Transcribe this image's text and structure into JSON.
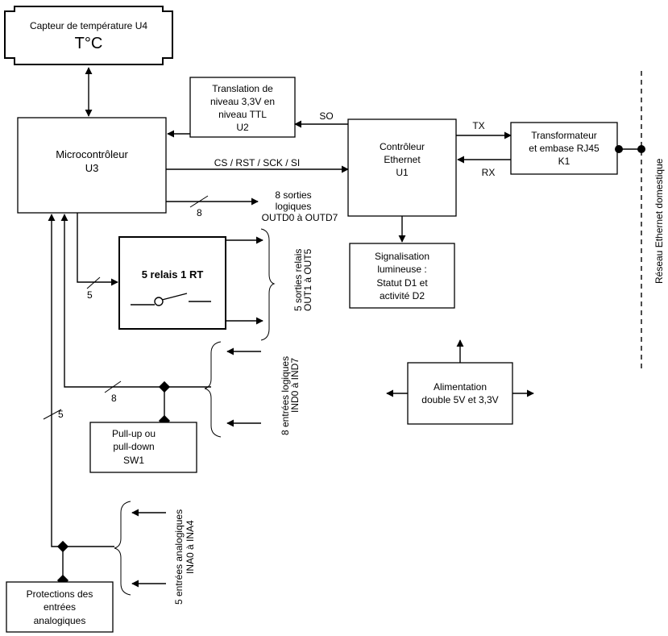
{
  "blocks": {
    "sensor": {
      "line1": "Capteur de température  U4",
      "line2": "T°C"
    },
    "translation": {
      "line1": "Translation de",
      "line2": "niveau 3,3V en",
      "line3": "niveau TTL",
      "line4": "U2"
    },
    "mcu": {
      "line1": "Microcontrôleur",
      "line2": "U3"
    },
    "ethernet": {
      "line1": "Contrôleur",
      "line2": "Ethernet",
      "line3": "U1"
    },
    "transformer": {
      "line1": "Transformateur",
      "line2": "et embase RJ45",
      "line3": "K1"
    },
    "signal": {
      "line1": "Signalisation",
      "line2": "lumineuse :",
      "line3": "Statut D1 et",
      "line4": "activité D2"
    },
    "relays": {
      "line1": "5 relais 1 RT"
    },
    "power": {
      "line1": "Alimentation",
      "line2": "double 5V et 3,3V"
    },
    "pull": {
      "line1": "Pull-up ou",
      "line2": "pull-down",
      "line3": "SW1"
    },
    "protections": {
      "line1": "Protections des",
      "line2": "entrées",
      "line3": "analogiques"
    }
  },
  "signals": {
    "so": "SO",
    "tx": "TX",
    "rx": "RX",
    "spi": "CS / RST / SCK / SI",
    "outputs_l1": "8 sorties",
    "outputs_l2": "logiques",
    "outputs_l3": "OUTD0 à OUTD7",
    "bus_8_out": "8",
    "bus_5_relay": "5",
    "bus_8_in": "8",
    "bus_5_analog": "5"
  },
  "rotated": {
    "network": "Réseau Ethernet domestique",
    "relay_out_l1": "5 sorties relais",
    "relay_out_l2": "OUT1 à OUT5",
    "dig_in_l1": "8 entrées logiques",
    "dig_in_l2": "IND0 à IND7",
    "ana_in_l1": "5 entrées analogiques",
    "ana_in_l2": "INA0 à INA4"
  }
}
